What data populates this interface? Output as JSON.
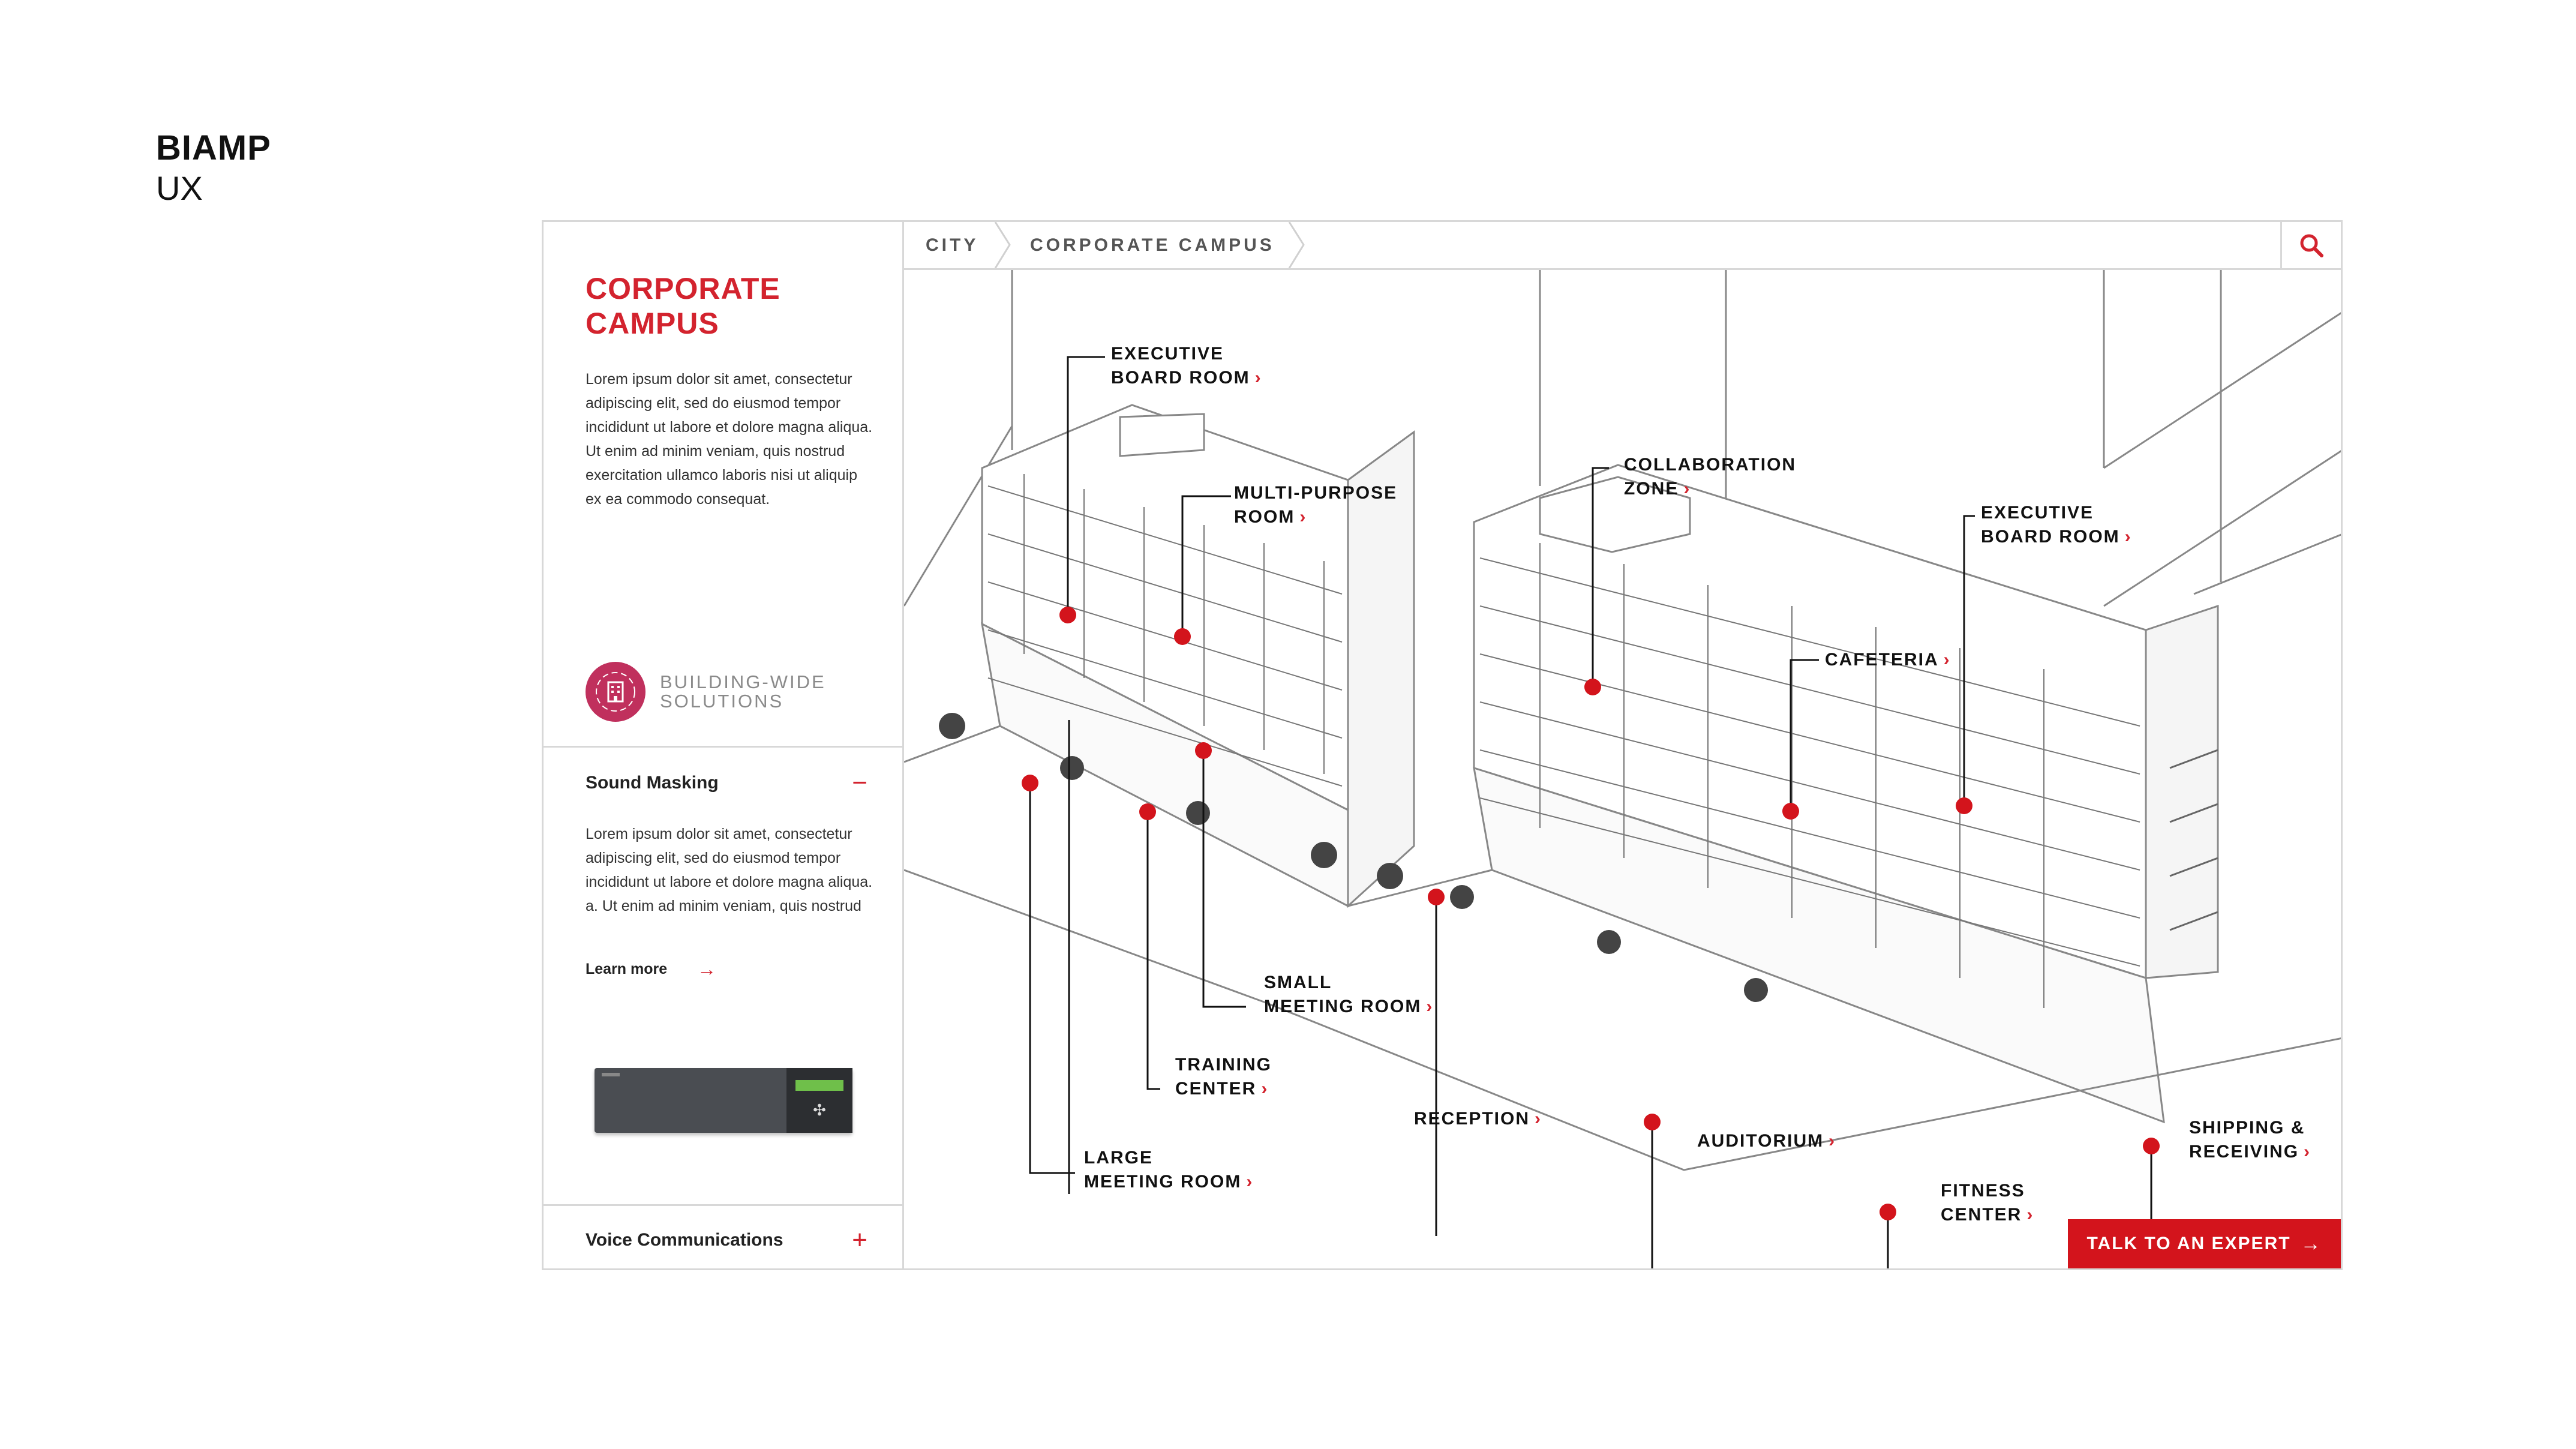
{
  "brand": {
    "name": "BIAMP",
    "sub": "UX"
  },
  "sidebar": {
    "title": "CORPORATE CAMPUS",
    "description": "Lorem ipsum dolor sit amet, consectetur adipiscing elit, sed do eiusmod tempor incididunt ut labore et dolore magna aliqua. Ut enim ad minim veniam, quis nostrud exercitation ullamco laboris nisi ut aliquip ex ea commodo consequat.",
    "building_wide": "BUILDING-WIDE SOLUTIONS",
    "building_icon": "building-icon",
    "sections": [
      {
        "title": "Sound Masking",
        "toggle": "−",
        "expanded": true,
        "description": "Lorem ipsum dolor sit amet, consectetur adipiscing elit, sed do eiusmod tempor incididunt ut labore et dolore magna aliqua. a. Ut enim ad minim veniam, quis nostrud",
        "link": "Learn more",
        "link_icon": "arrow-right-icon"
      },
      {
        "title": "Voice Communications",
        "toggle": "+",
        "expanded": false
      }
    ]
  },
  "breadcrumb": [
    "CITY",
    "CORPORATE CAMPUS"
  ],
  "search_icon": "search-icon",
  "hotspots": [
    {
      "line1": "EXECUTIVE",
      "line2": "BOARD ROOM"
    },
    {
      "line1": "MULTI-PURPOSE",
      "line2": "ROOM"
    },
    {
      "line1": "COLLABORATION",
      "line2": "ZONE"
    },
    {
      "line1": "EXECUTIVE",
      "line2": "BOARD ROOM"
    },
    {
      "line1": "CAFETERIA",
      "line2": ""
    },
    {
      "line1": "SMALL",
      "line2": "MEETING ROOM"
    },
    {
      "line1": "TRAINING",
      "line2": "CENTER"
    },
    {
      "line1": "RECEPTION",
      "line2": ""
    },
    {
      "line1": "LARGE",
      "line2": "MEETING ROOM"
    },
    {
      "line1": "AUDITORIUM",
      "line2": ""
    },
    {
      "line1": "SHIPPING &",
      "line2": "RECEIVING"
    },
    {
      "line1": "FITNESS",
      "line2": "CENTER"
    }
  ],
  "cta": {
    "label": "TALK TO AN EXPERT",
    "icon": "arrow-right-icon"
  },
  "colors": {
    "accent": "#d3232e",
    "cta": "#d3141c",
    "badge": "#c0305d",
    "border": "#d8d8d8"
  }
}
